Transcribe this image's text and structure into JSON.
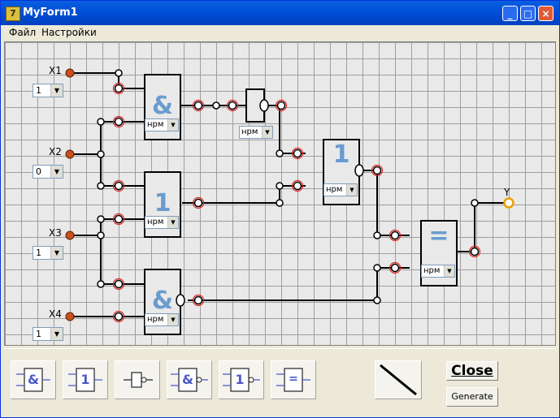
{
  "window": {
    "title": "MyForm1",
    "icon_name": "delphi-app-icon"
  },
  "titlebar_buttons": [
    {
      "name": "minimize-button",
      "glyph": "_"
    },
    {
      "name": "maximize-button",
      "glyph": "□"
    },
    {
      "name": "close-window-button",
      "glyph": "×"
    }
  ],
  "menu": [
    {
      "label": "Файл"
    },
    {
      "label": "Настройки"
    }
  ],
  "inputs": [
    {
      "label": "X1",
      "value": "1"
    },
    {
      "label": "X2",
      "value": "0"
    },
    {
      "label": "X3",
      "value": "1"
    },
    {
      "label": "X4",
      "value": "1"
    }
  ],
  "output": {
    "label": "Y"
  },
  "gates": [
    {
      "id": "and-gate-1",
      "symbol": "&",
      "mode": "нрм",
      "inverted_output": false
    },
    {
      "id": "or-gate-1",
      "symbol": "1",
      "mode": "нрм",
      "inverted_output": false
    },
    {
      "id": "nand-gate-1",
      "symbol": "&",
      "mode": "нрм",
      "inverted_output": true
    },
    {
      "id": "not-gate-1",
      "symbol": "",
      "mode": "нрм",
      "inverted_output": true
    },
    {
      "id": "nor-gate-1",
      "symbol": "1",
      "mode": "нрм",
      "inverted_output": true
    },
    {
      "id": "xnor-gate-1",
      "symbol": "=",
      "mode": "нрм",
      "inverted_output": false
    }
  ],
  "toolbar": {
    "tools": [
      {
        "name": "tool-and-button",
        "symbol": "&"
      },
      {
        "name": "tool-or-button",
        "symbol": "1"
      },
      {
        "name": "tool-not-button",
        "symbol": ""
      },
      {
        "name": "tool-nand-button",
        "symbol": "&"
      },
      {
        "name": "tool-nor-button",
        "symbol": "1"
      },
      {
        "name": "tool-equivalence-button",
        "symbol": "="
      }
    ],
    "wire_tool": {
      "name": "wire-tool-button",
      "icon": "diagonal-line-icon"
    },
    "close_label": "Close",
    "generate_label": "Generate"
  },
  "colors": {
    "gate_symbol": "#6a9ccf",
    "wire": "#000000",
    "pin_ring": "#e02020",
    "input_pin": "#c8501e",
    "output_pin": "#e8a000",
    "tool_symbol": "#4a5ac8"
  }
}
